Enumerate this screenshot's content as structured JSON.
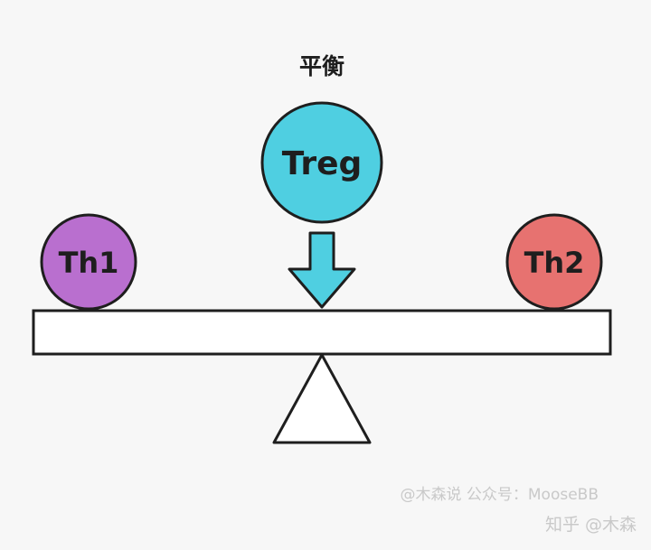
{
  "title": "平衡",
  "nodes": {
    "treg": {
      "label": "Treg",
      "color": "#4fcfe1"
    },
    "th1": {
      "label": "Th1",
      "color": "#b96fcf"
    },
    "th2": {
      "label": "Th2",
      "color": "#e77270"
    }
  },
  "arrow_color": "#4fcfe1",
  "outline_color": "#1e1e1e",
  "watermarks": {
    "line1": "@木森说 公众号：MooseBB",
    "line2": "知乎 @木森"
  }
}
